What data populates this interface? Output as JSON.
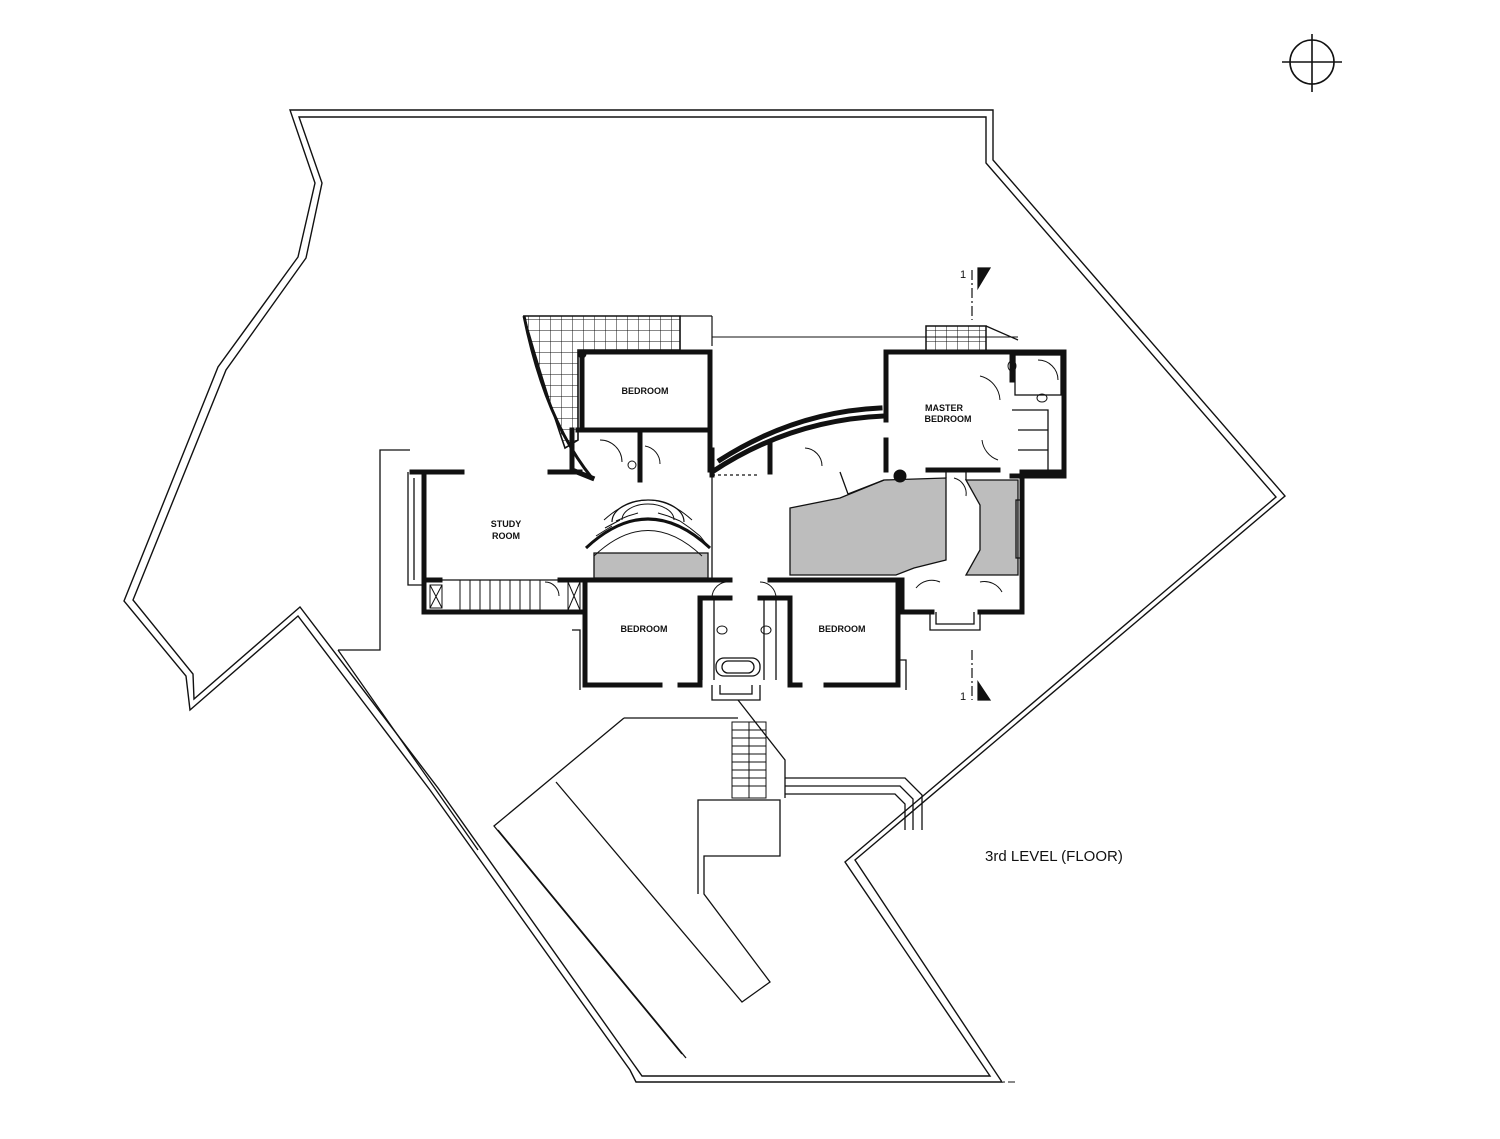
{
  "drawing": {
    "title": "3rd LEVEL (FLOOR)",
    "rooms": {
      "bedroom_top": "BEDROOM",
      "master_line1": "MASTER",
      "master_line2": "BEDROOM",
      "study_line1": "STUDY",
      "study_line2": "ROOM",
      "bedroom_left": "BEDROOM",
      "bedroom_right": "BEDROOM"
    },
    "section_marker_top": "1",
    "section_marker_bottom": "1"
  },
  "icons": {
    "north_symbol": "north-arrow-icon"
  },
  "colors": {
    "line": "#111111",
    "fill_gray": "#bdbdbd",
    "background": "#ffffff"
  }
}
